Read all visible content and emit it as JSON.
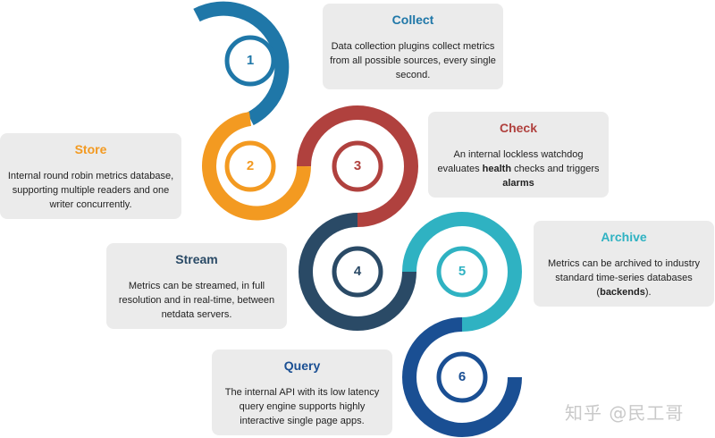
{
  "colors": {
    "collect": "#1f77a8",
    "store": "#f39a21",
    "check": "#b0413e",
    "stream": "#2a4a66",
    "archive": "#2fb2c2",
    "query": "#1a4f93"
  },
  "steps": [
    {
      "number": "1",
      "title": "Collect",
      "desc_parts": [
        {
          "text": "Data collection plugins collect metrics from all possible sources, every single second.",
          "bold": false
        }
      ]
    },
    {
      "number": "2",
      "title": "Store",
      "desc_parts": [
        {
          "text": "Internal round robin metrics database, supporting multiple readers and one writer concurrently.",
          "bold": false
        }
      ]
    },
    {
      "number": "3",
      "title": "Check",
      "desc_parts": [
        {
          "text": "An internal lockless watchdog evaluates ",
          "bold": false
        },
        {
          "text": "health",
          "bold": true
        },
        {
          "text": " checks and triggers ",
          "bold": false
        },
        {
          "text": "alarms",
          "bold": true
        }
      ]
    },
    {
      "number": "4",
      "title": "Stream",
      "desc_parts": [
        {
          "text": "Metrics can be streamed, in full resolution and in real-time, between netdata servers.",
          "bold": false
        }
      ]
    },
    {
      "number": "5",
      "title": "Archive",
      "desc_parts": [
        {
          "text": "Metrics can be archived to industry standard time-series databases (",
          "bold": false
        },
        {
          "text": "backends",
          "bold": true
        },
        {
          "text": ").",
          "bold": false
        }
      ]
    },
    {
      "number": "6",
      "title": "Query",
      "desc_parts": [
        {
          "text": "The internal API with its low latency query engine supports highly interactive single page apps.",
          "bold": false
        }
      ]
    }
  ],
  "watermark": "知乎 @民工哥"
}
